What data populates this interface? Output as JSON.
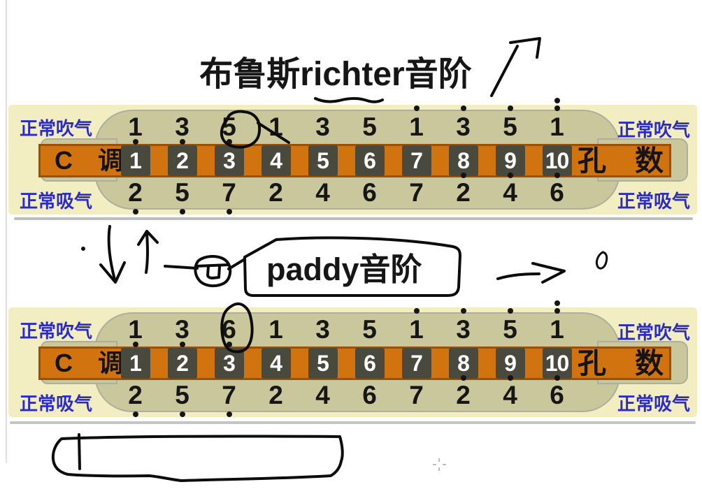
{
  "titles": {
    "richter": "布鲁斯richter音阶",
    "paddy": "paddy音阶"
  },
  "harmonicas": [
    {
      "id": "richter",
      "blow_label": "正常吹气",
      "draw_label": "正常吸气",
      "key_label": "C　调",
      "holes_label": "孔　数",
      "holes": [
        "1",
        "2",
        "3",
        "4",
        "5",
        "6",
        "7",
        "8",
        "9",
        "10"
      ],
      "blow_notes": [
        "1",
        "3",
        "5",
        "1",
        "3",
        "5",
        "1",
        "3",
        "5",
        "1"
      ],
      "blow_octaves": [
        -1,
        -1,
        -1,
        0,
        0,
        0,
        1,
        1,
        1,
        2
      ],
      "draw_notes": [
        "2",
        "5",
        "7",
        "2",
        "4",
        "6",
        "7",
        "2",
        "4",
        "6"
      ],
      "draw_octaves": [
        -1,
        -1,
        -1,
        0,
        0,
        0,
        0,
        1,
        1,
        1
      ]
    },
    {
      "id": "paddy",
      "blow_label": "正常吹气",
      "draw_label": "正常吸气",
      "key_label": "C　调",
      "holes_label": "孔　数",
      "holes": [
        "1",
        "2",
        "3",
        "4",
        "5",
        "6",
        "7",
        "8",
        "9",
        "10"
      ],
      "blow_notes": [
        "1",
        "3",
        "6",
        "1",
        "3",
        "5",
        "1",
        "3",
        "5",
        "1"
      ],
      "blow_octaves": [
        -1,
        -1,
        -1,
        0,
        0,
        0,
        1,
        1,
        1,
        2
      ],
      "draw_notes": [
        "2",
        "5",
        "7",
        "2",
        "4",
        "6",
        "7",
        "2",
        "4",
        "6"
      ],
      "draw_octaves": [
        -1,
        -1,
        -1,
        0,
        0,
        0,
        0,
        1,
        1,
        1
      ]
    }
  ],
  "colors": {
    "panel_bg": "#f3eec2",
    "body_olive": "#cbc79c",
    "strip_orange": "#d1730f",
    "strip_border": "#9d5004",
    "hole_square": "#4a493d",
    "label_blue": "#2b2cc6",
    "ink_black": "#0c0c0c",
    "separator_gray": "#c0c0c0"
  },
  "annotations": {
    "title_underline": "hand-drawn wavy underline below richter",
    "title_arrow": "hand-drawn arrow pointing up-right beside title",
    "circle_blow_hole3_top": "hand-drawn circle with tail around hole-3 blow note 5",
    "down_arrow": "hand-drawn down arrow",
    "up_arrow": "hand-drawn up arrow",
    "pointer_line_and_knob": "hand-drawn line with scribbled knob pointing at paddy label",
    "paddy_box": "hand-drawn box around paddy title",
    "right_arrow": "hand-drawn right arrow",
    "small_o_mark": "small hand-drawn o mark",
    "circle_blow_hole3_bottom": "hand-drawn circle around hole-3 blow note 6",
    "bottom_box": "hand-drawn elongated empty box at bottom left",
    "crosshair_mark": "faint crosshair mark"
  }
}
